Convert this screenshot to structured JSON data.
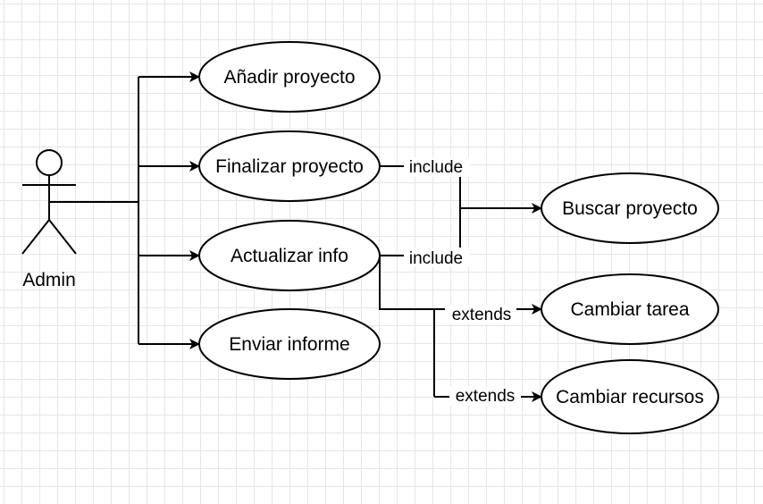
{
  "actor": {
    "label": "Admin"
  },
  "use_cases": {
    "anadir_proyecto": "Añadir proyecto",
    "finalizar_proyecto": "Finalizar proyecto",
    "actualizar_info": "Actualizar info",
    "enviar_informe": "Enviar informe",
    "buscar_proyecto": "Buscar proyecto",
    "cambiar_tarea": "Cambiar tarea",
    "cambiar_recursos": "Cambiar recursos"
  },
  "relations": {
    "include_1": "include",
    "include_2": "include",
    "extends_1": "extends",
    "extends_2": "extends"
  }
}
